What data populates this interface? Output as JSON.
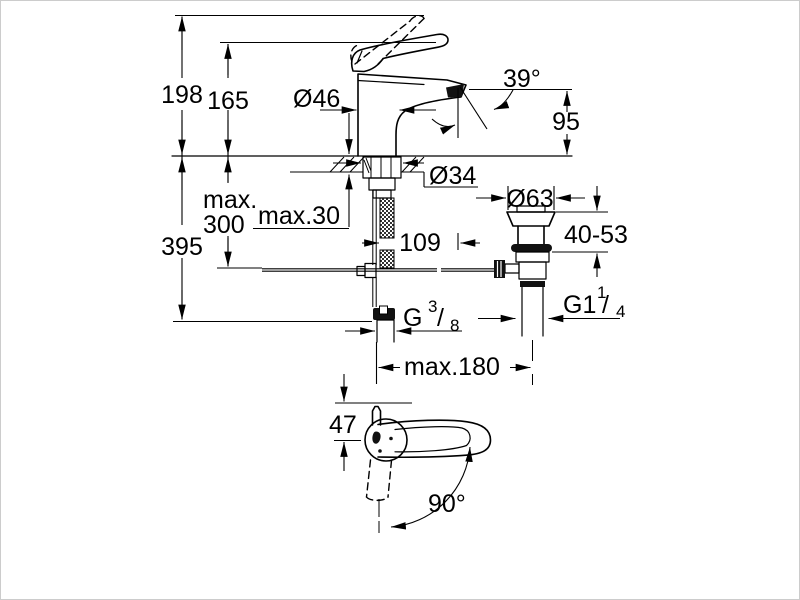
{
  "colors": {
    "line": "#000000",
    "background": "#ffffff",
    "frame": "#cccccc",
    "fill_dark": "#111111"
  },
  "labels": {
    "overall_height": "198",
    "handle_height": "165",
    "depth_below_deck": "395",
    "hose_max_line1": "max.",
    "hose_max_line2": "300",
    "deck_max_thickness": "max.30",
    "body_diameter": "Ø46",
    "spray_angle": "39°",
    "spout_height": "95",
    "hole_diameter": "Ø34",
    "rod_offset": "109",
    "drain_flange_diameter": "Ø63",
    "deck_clamp_range": "40-53",
    "inlet_thread_base": "G",
    "inlet_thread_sup": "3",
    "inlet_thread_slash": "/",
    "inlet_thread_sub": "8",
    "drain_thread_base": "G1",
    "drain_thread_sup": "1",
    "drain_thread_slash": "/",
    "drain_thread_sub": "4",
    "rod_max_distance": "max.180",
    "handle_width": "47",
    "swivel_angle": "90°"
  }
}
